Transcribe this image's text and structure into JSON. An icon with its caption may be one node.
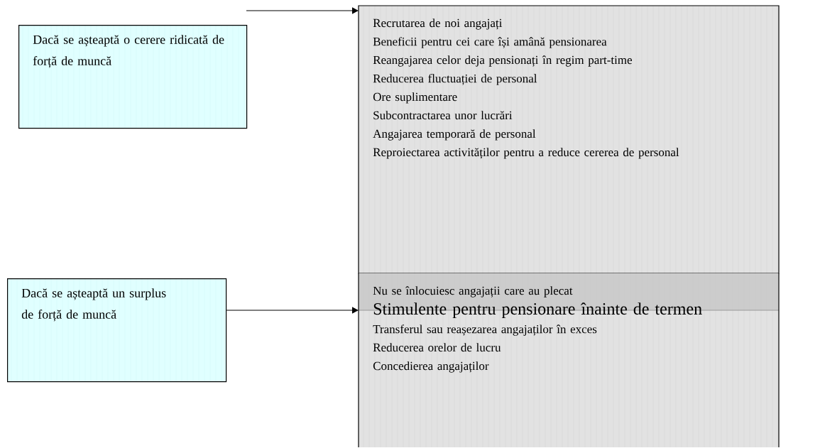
{
  "diagram": {
    "nodes": [
      {
        "text": [
          "Dacă se așteaptă o cerere ridicată de forță de muncă"
        ]
      },
      {
        "text": [
          "Recrutarea de noi angajați",
          "Beneficii pentru cei care își amână pensionarea",
          "Reangajarea celor deja pensionați în regim part-time",
          "Reducerea fluctuației de personal",
          "Ore suplimentare",
          "Subcontractarea unor lucrări",
          "Angajarea temporară de personal",
          "Reproiectarea activităților pentru a reduce cererea de personal"
        ]
      },
      {
        "text": [
          "Dacă se așteaptă un surplus de forță de muncă"
        ]
      },
      {
        "text": [
          "Nu se înlocuiesc angajații care au plecat",
          "Stimulente pentru pensionare înainte de termen",
          "Transferul sau reașezarea angajaților în exces",
          "Reducerea orelor de lucru",
          "Concedierea angajaților"
        ]
      }
    ],
    "edges": [
      {
        "from": null,
        "to": 1,
        "arrow": "to"
      },
      {
        "from": 2,
        "to": 3,
        "arrow": "to"
      }
    ]
  }
}
